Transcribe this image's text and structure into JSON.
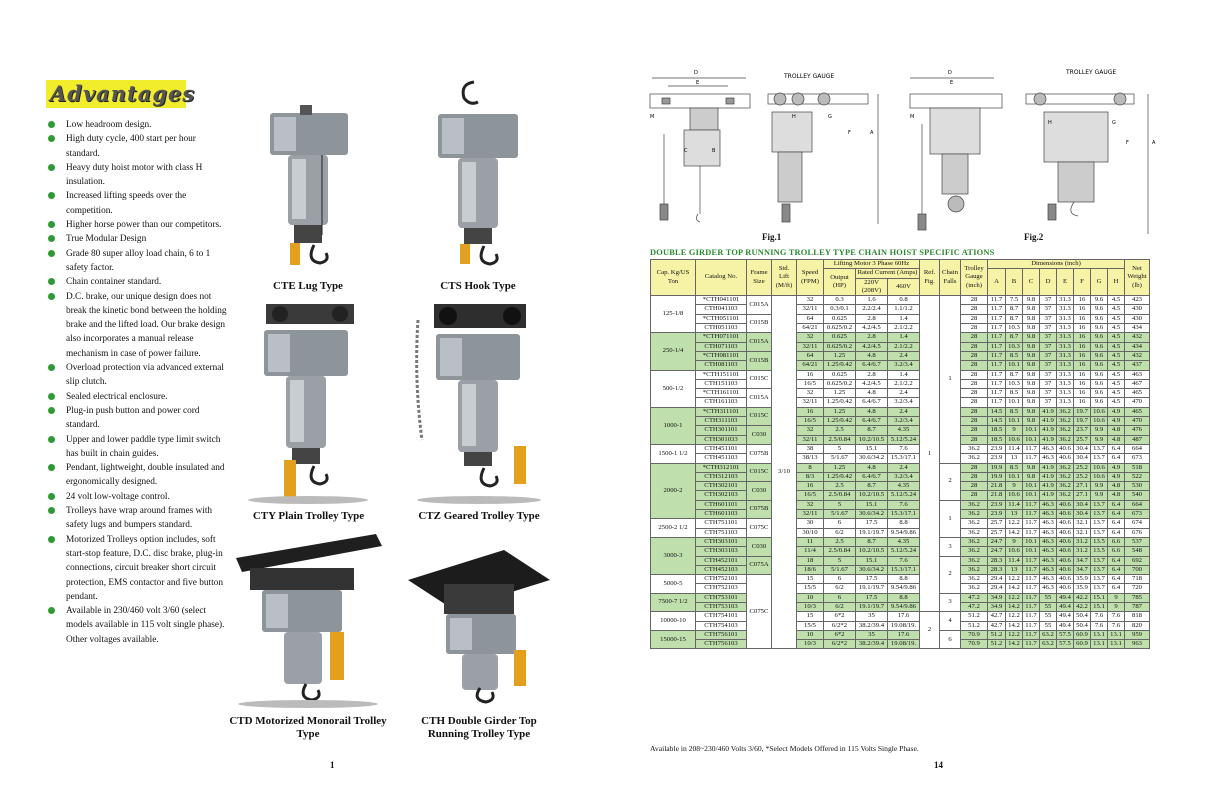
{
  "left_page": {
    "heading": "Advantages",
    "features": [
      "Low headroom design.",
      "High duty cycle, 400 start per hour standard.",
      "Heavy duty hoist motor with class H insulation.",
      "Increased lifting speeds over the competition.",
      "Higher horse power than our competitors.",
      "True Modular Design",
      "Grade 80 super alloy load chain, 6 to 1 safety factor.",
      "Chain container standard.",
      "D.C. brake, our unique design does not break the kinetic bond between the holding brake and the lifted load. Our brake design also incorporates a manual release mechanism in case of power failure.",
      "Overload protection via advanced external slip clutch.",
      "Sealed electrical enclosure.",
      "Plug-in push button and power cord standard.",
      "Upper and lower paddle type limit switch has built in chain guides.",
      "Pendant, lightweight, double insulated and ergonomically designed.",
      "24 volt low-voltage control.",
      "Trolleys have wrap around frames with safety lugs and bumpers standard.",
      "Motorized Trolleys option includes, soft start-stop feature, D.C. disc brake, plug-in connections, circuit breaker short circuit protection, EMS contactor and five button pendant.",
      "Available in 230/460 volt 3/60 (select models available in 115 volt single phase). Other voltages available."
    ],
    "products": {
      "cte": "CTE Lug Type",
      "cts": "CTS Hook Type",
      "cty": "CTY Plain Trolley Type",
      "ctz": "CTZ Geared Trolley Type",
      "ctd": "CTD Motorized Monorail Trolley Type",
      "cth": "CTH Double Girder Top Running Trolley Type"
    },
    "page_number": "1"
  },
  "right_page": {
    "figures": {
      "fig1": "Fig.1",
      "fig2": "Fig.2",
      "trolley_gauge_1": "TROLLEY GAUGE",
      "trolley_gauge_2": "TROLLEY GAUGE"
    },
    "table_title": "DOUBLE GIRDER TOP RUNNING TROLLEY TYPE CHAIN HOIST SPECIFIC ATIONS",
    "headers": {
      "cap": "Cap. Kg/US Ton",
      "catalog": "Catalog No.",
      "frame": "Frame Size",
      "lift": "Std. Lift (M/ft)",
      "speed": "Speed (FPM)",
      "motor": "Lifting Motor 3 Phase 60Hz",
      "output": "Output (HP)",
      "rated": "Rated Current (Amps)",
      "v220": "220V (208V)",
      "v460": "460V",
      "fig": "Ref. Fig.",
      "falls": "Chain Falls",
      "gauge": "Trolley Gauge (inch)",
      "dims": "Dimensions (inch)",
      "dim_cols": [
        "A",
        "B",
        "C",
        "D",
        "E",
        "F",
        "G",
        "H"
      ],
      "weight": "Net Weight (lb)"
    },
    "std_lift": "3/10",
    "rows": [
      [
        "*CTH041101",
        "32",
        "0.3",
        "1.6",
        "0.8",
        "28",
        "11.7",
        "7.5",
        "9.8",
        "37",
        "31.3",
        "16",
        "9.6",
        "4.5",
        "423"
      ],
      [
        "CTH041103",
        "32/11",
        "0.3/0.1",
        "2.2/2.4",
        "1.1/1.2",
        "28",
        "11.7",
        "8.7",
        "9.8",
        "37",
        "31.3",
        "16",
        "9.6",
        "4.5",
        "430"
      ],
      [
        "*CTH051101",
        "64",
        "0.625",
        "2.8",
        "1.4",
        "28",
        "11.7",
        "8.7",
        "9.8",
        "37",
        "31.3",
        "16",
        "9.6",
        "4.5",
        "430"
      ],
      [
        "CTH051103",
        "64/21",
        "0.625/0.2",
        "4.2/4.5",
        "2.1/2.2",
        "28",
        "11.7",
        "10.3",
        "9.8",
        "37",
        "31.3",
        "16",
        "9.6",
        "4.5",
        "434"
      ],
      [
        "*CTH071101",
        "32",
        "0.625",
        "2.8",
        "1.4",
        "28",
        "11.7",
        "8.7",
        "9.8",
        "37",
        "31.3",
        "16",
        "9.6",
        "4.5",
        "432"
      ],
      [
        "CTH071103",
        "32/11",
        "0.625/0.2",
        "4.2/4.5",
        "2.1/2.2",
        "28",
        "11.7",
        "10.3",
        "9.8",
        "37",
        "31.3",
        "16",
        "9.6",
        "4.5",
        "434"
      ],
      [
        "*CTH081101",
        "64",
        "1.25",
        "4.8",
        "2.4",
        "28",
        "11.7",
        "8.5",
        "9.8",
        "37",
        "31.3",
        "16",
        "9.6",
        "4.5",
        "432"
      ],
      [
        "CTH081103",
        "64/21",
        "1.25/0.42",
        "6.4/6.7",
        "3.2/3.4",
        "28",
        "11.7",
        "10.1",
        "9.8",
        "37",
        "31.3",
        "16",
        "9.6",
        "4.5",
        "437"
      ],
      [
        "*CTH151101",
        "16",
        "0.625",
        "2.8",
        "1.4",
        "28",
        "11.7",
        "8.7",
        "9.8",
        "37",
        "31.3",
        "16",
        "9.6",
        "4.5",
        "463"
      ],
      [
        "CTH151103",
        "16/5",
        "0.625/0.2",
        "4.2/4.5",
        "2.1/2.2",
        "28",
        "11.7",
        "10.3",
        "9.8",
        "37",
        "31.3",
        "16",
        "9.6",
        "4.5",
        "467"
      ],
      [
        "*CTH161101",
        "32",
        "1.25",
        "4.8",
        "2.4",
        "28",
        "11.7",
        "8.5",
        "9.8",
        "37",
        "31.3",
        "16",
        "9.6",
        "4.5",
        "465"
      ],
      [
        "CTH161103",
        "32/11",
        "1.25/0.42",
        "6.4/6.7",
        "3.2/3.4",
        "28",
        "11.7",
        "10.1",
        "9.8",
        "37",
        "31.3",
        "16",
        "9.6",
        "4.5",
        "470"
      ],
      [
        "*CTH311101",
        "16",
        "1.25",
        "4.8",
        "2.4",
        "28",
        "14.5",
        "8.5",
        "9.8",
        "41.9",
        "36.2",
        "19.7",
        "10.6",
        "4.9",
        "465"
      ],
      [
        "CTH311103",
        "16/5",
        "1.25/0.42",
        "6.4/6.7",
        "3.2/3.4",
        "28",
        "14.5",
        "10.1",
        "9.8",
        "41.9",
        "36.2",
        "19.7",
        "10.6",
        "4.9",
        "470"
      ],
      [
        "CTH301101",
        "32",
        "2.5",
        "8.7",
        "4.35",
        "28",
        "18.5",
        "9",
        "10.1",
        "41.9",
        "36.2",
        "23.7",
        "9.9",
        "4.8",
        "476"
      ],
      [
        "CTH301033",
        "32/11",
        "2.5/0.84",
        "10.2/10.5",
        "5.12/5.24",
        "28",
        "18.5",
        "10.6",
        "10.1",
        "41.9",
        "36.2",
        "25.7",
        "9.9",
        "4.8",
        "487"
      ],
      [
        "CTH451101",
        "38",
        "5",
        "15.1",
        "7.6",
        "36.2",
        "23.9",
        "11.4",
        "11.7",
        "46.3",
        "40.6",
        "30.4",
        "13.7",
        "6.4",
        "664"
      ],
      [
        "CTH451103",
        "38/13",
        "5/1.67",
        "30.6/34.2",
        "15.3/17.1",
        "36.2",
        "23.9",
        "13",
        "11.7",
        "46.3",
        "40.6",
        "30.4",
        "13.7",
        "6.4",
        "673"
      ],
      [
        "*CTH312101",
        "8",
        "1.25",
        "4.8",
        "2.4",
        "28",
        "19.9",
        "8.5",
        "9.8",
        "41.9",
        "36.2",
        "25.2",
        "10.6",
        "4.9",
        "518"
      ],
      [
        "CTH312103",
        "8/3",
        "1.25/0.42",
        "6.4/6.7",
        "3.2/3.4",
        "28",
        "19.9",
        "10.1",
        "9.8",
        "41.9",
        "36.2",
        "25.2",
        "10.6",
        "4.9",
        "522"
      ],
      [
        "CTH302101",
        "16",
        "2.5",
        "8.7",
        "4.35",
        "28",
        "21.8",
        "9",
        "10.1",
        "41.9",
        "36.2",
        "27.1",
        "9.9",
        "4.8",
        "530"
      ],
      [
        "CTH302103",
        "16/5",
        "2.5/0.84",
        "10.2/10.5",
        "5.12/5.24",
        "28",
        "21.8",
        "10.6",
        "10.1",
        "41.9",
        "36.2",
        "27.1",
        "9.9",
        "4.8",
        "540"
      ],
      [
        "CTH601101",
        "32",
        "5",
        "15.1",
        "7.6",
        "36.2",
        "23.9",
        "11.4",
        "11.7",
        "46.3",
        "40.6",
        "30.4",
        "13.7",
        "6.4",
        "664"
      ],
      [
        "CTH601103",
        "32/11",
        "5/1.67",
        "30.6/34.2",
        "15.3/17.1",
        "36.2",
        "23.9",
        "13",
        "11.7",
        "46.3",
        "40.6",
        "30.4",
        "13.7",
        "6.4",
        "673"
      ],
      [
        "CTH751101",
        "30",
        "6",
        "17.5",
        "8.8",
        "36.2",
        "25.7",
        "12.2",
        "11.7",
        "46.3",
        "40.6",
        "32.1",
        "13.7",
        "6.4",
        "674"
      ],
      [
        "CTH751103",
        "30/10",
        "6/2",
        "19.1/19.7",
        "9.54/9.86",
        "36.2",
        "25.7",
        "14.2",
        "11.7",
        "46.3",
        "40.6",
        "32.1",
        "13.7",
        "6.4",
        "676"
      ],
      [
        "CTH303101",
        "11",
        "2.5",
        "8.7",
        "4.35",
        "36.2",
        "24.7",
        "9",
        "10.1",
        "46.3",
        "40.6",
        "31.2",
        "13.5",
        "6.6",
        "537"
      ],
      [
        "CTH303103",
        "11/4",
        "2.5/0.84",
        "10.2/10.5",
        "5.12/5.24",
        "36.2",
        "24.7",
        "10.6",
        "10.1",
        "46.3",
        "40.6",
        "31.2",
        "13.5",
        "6.6",
        "548"
      ],
      [
        "CTH452101",
        "18",
        "5",
        "15.1",
        "7.6",
        "36.2",
        "28.3",
        "11.4",
        "11.7",
        "46.3",
        "40.6",
        "34.7",
        "13.7",
        "6.4",
        "692"
      ],
      [
        "CTH452103",
        "18/6",
        "5/1.67",
        "30.6/34.2",
        "15.3/17.1",
        "36.2",
        "28.3",
        "13",
        "11.7",
        "46.3",
        "40.6",
        "34.7",
        "13.7",
        "6.4",
        "700"
      ],
      [
        "CTH752101",
        "15",
        "6",
        "17.5",
        "8.8",
        "36.2",
        "29.4",
        "12.2",
        "11.7",
        "46.3",
        "40.6",
        "35.9",
        "13.7",
        "6.4",
        "718"
      ],
      [
        "CTH752103",
        "15/5",
        "6/2",
        "19.1/19.7",
        "9.54/9.86",
        "36.2",
        "29.4",
        "14.2",
        "11.7",
        "46.3",
        "40.6",
        "35.9",
        "13.7",
        "6.4",
        "720"
      ],
      [
        "CTH753101",
        "10",
        "6",
        "17.5",
        "8.8",
        "47.2",
        "34.9",
        "12.2",
        "11.7",
        "55",
        "49.4",
        "42.2",
        "15.1",
        "9",
        "785"
      ],
      [
        "CTH753103",
        "10/3",
        "6/2",
        "19.1/19.7",
        "9.54/9.86",
        "47.2",
        "34.9",
        "14.2",
        "11.7",
        "55",
        "49.4",
        "42.2",
        "15.1",
        "9",
        "787"
      ],
      [
        "CTH754101",
        "15",
        "6*2",
        "35",
        "17.6",
        "51.2",
        "42.7",
        "12.2",
        "11.7",
        "55",
        "49.4",
        "50.4",
        "7.6",
        "7.6",
        "818"
      ],
      [
        "CTH754103",
        "15/5",
        "6/2*2",
        "38.2/39.4",
        "19.08/19.",
        "51.2",
        "42.7",
        "14.2",
        "11.7",
        "55",
        "49.4",
        "50.4",
        "7.6",
        "7.6",
        "820"
      ],
      [
        "CTH756101",
        "10",
        "6*2",
        "35",
        "17.6",
        "70.9",
        "51.2",
        "12.2",
        "11.7",
        "63.2",
        "57.5",
        "60.9",
        "13.1",
        "13.1",
        "959"
      ],
      [
        "CTH756103",
        "10/3",
        "6/2*2",
        "38.2/39.4",
        "19.08/19.",
        "70.9",
        "51.2",
        "14.2",
        "11.7",
        "63.2",
        "57.5",
        "60.9",
        "13.1",
        "13.1",
        "963"
      ]
    ],
    "capacities": [
      {
        "label": "125-1/8",
        "start": 0,
        "span": 4
      },
      {
        "label": "250-1/4",
        "start": 4,
        "span": 4
      },
      {
        "label": "500-1/2",
        "start": 8,
        "span": 4
      },
      {
        "label": "1000-1",
        "start": 12,
        "span": 4
      },
      {
        "label": "1500-1 1/2",
        "start": 16,
        "span": 2
      },
      {
        "label": "2000-2",
        "start": 18,
        "span": 6
      },
      {
        "label": "2500-2 1/2",
        "start": 24,
        "span": 2
      },
      {
        "label": "3000-3",
        "start": 26,
        "span": 4
      },
      {
        "label": "5000-5",
        "start": 30,
        "span": 2
      },
      {
        "label": "7500-7 1/2",
        "start": 32,
        "span": 2
      },
      {
        "label": "10000-10",
        "start": 34,
        "span": 2
      },
      {
        "label": "15000-15",
        "start": 36,
        "span": 2
      }
    ],
    "frames": [
      {
        "label": "C015A",
        "start": 0,
        "span": 2
      },
      {
        "label": "C015B",
        "start": 2,
        "span": 2
      },
      {
        "label": "C015A",
        "start": 4,
        "span": 2
      },
      {
        "label": "C015B",
        "start": 6,
        "span": 2
      },
      {
        "label": "C015C",
        "start": 8,
        "span": 2
      },
      {
        "label": "C015A",
        "start": 10,
        "span": 2
      },
      {
        "label": "C015C",
        "start": 12,
        "span": 2
      },
      {
        "label": "C030",
        "start": 14,
        "span": 2
      },
      {
        "label": "C075B",
        "start": 16,
        "span": 2
      },
      {
        "label": "C015C",
        "start": 18,
        "span": 2
      },
      {
        "label": "C030",
        "start": 20,
        "span": 2
      },
      {
        "label": "C075B",
        "start": 22,
        "span": 2
      },
      {
        "label": "C075C",
        "start": 24,
        "span": 2
      },
      {
        "label": "C030",
        "start": 26,
        "span": 2
      },
      {
        "label": "C075A",
        "start": 28,
        "span": 2
      },
      {
        "label": "C075C",
        "start": 30,
        "span": 8
      }
    ],
    "ref_figs": [
      {
        "label": "1",
        "start": 0,
        "span": 34
      },
      {
        "label": "2",
        "start": 34,
        "span": 4
      }
    ],
    "falls": [
      {
        "label": "1",
        "start": 0,
        "span": 18
      },
      {
        "label": "2",
        "start": 18,
        "span": 4
      },
      {
        "label": "1",
        "start": 22,
        "span": 4
      },
      {
        "label": "3",
        "start": 26,
        "span": 2
      },
      {
        "label": "2",
        "start": 28,
        "span": 4
      },
      {
        "label": "3",
        "start": 32,
        "span": 2
      },
      {
        "label": "4",
        "start": 34,
        "span": 2
      },
      {
        "label": "6",
        "start": 36,
        "span": 2
      }
    ],
    "footnote": "Available in 208~230/460 Volts 3/60, *Select Models Offered in 115 Volts Single Phase.",
    "page_number": "14"
  }
}
